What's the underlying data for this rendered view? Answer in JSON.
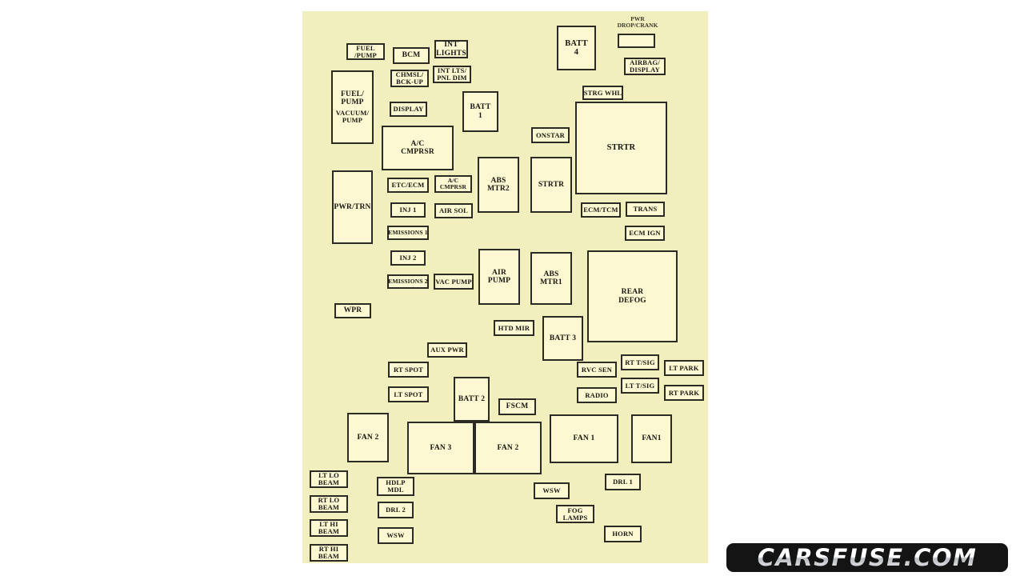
{
  "diagram": {
    "title": "Fuse Box Diagram",
    "panel_color": "#f2efbe",
    "box_fill_color": "#fbf8d2",
    "box_border_color": "#2b2b24",
    "captions": [
      {
        "name": "caption-pwr-drop-crank",
        "line1": "PWR",
        "line2": "DROP/CRANK"
      }
    ],
    "boxes": [
      {
        "name": "fuse-fuel-pump-small",
        "label": "FUEL",
        "label2": "/PUMP"
      },
      {
        "name": "fuse-bcm",
        "label": "BCM"
      },
      {
        "name": "fuse-int-lights",
        "label": "INT",
        "label2": "LIGHTS"
      },
      {
        "name": "fuse-batt-4",
        "label": "BATT",
        "label2": "4"
      },
      {
        "name": "relay-pwr-drop-crank",
        "label": ""
      },
      {
        "name": "fuse-chmsl-bck-up",
        "label": "CHMSL/",
        "label2": "BCK-UP"
      },
      {
        "name": "fuse-int-lts-pnl-dim",
        "label": "INT LTS/",
        "label2": "PNL DIM"
      },
      {
        "name": "fuse-airbag-display",
        "label": "AIRBAG/",
        "label2": "DISPLAY"
      },
      {
        "name": "fuse-fuel-pump-large",
        "label": "FUEL/",
        "label2": "PUMP",
        "label3": "VACUUM/",
        "label4": "PUMP"
      },
      {
        "name": "fuse-display",
        "label": "DISPLAY"
      },
      {
        "name": "fuse-batt-1",
        "label": "BATT",
        "label2": "1"
      },
      {
        "name": "fuse-strg-whl",
        "label": "STRG WHL"
      },
      {
        "name": "relay-ac-cmprsr-large",
        "label": "A/C",
        "label2": "CMPRSR"
      },
      {
        "name": "fuse-onstar",
        "label": "ONSTAR"
      },
      {
        "name": "relay-strtr-large",
        "label": "STRTR"
      },
      {
        "name": "relay-abs-mtr2",
        "label": "ABS",
        "label2": "MTR2"
      },
      {
        "name": "relay-strtr-small",
        "label": "STRTR"
      },
      {
        "name": "fuse-etc-ecm",
        "label": "ETC/ECM"
      },
      {
        "name": "fuse-ac-cmprsr-small",
        "label": "A/C",
        "label2": "CMPRSR"
      },
      {
        "name": "fuse-pwr-trn",
        "label": "PWR/TRN"
      },
      {
        "name": "fuse-inj-1",
        "label": "INJ 1"
      },
      {
        "name": "fuse-air-sol",
        "label": "AIR SOL"
      },
      {
        "name": "fuse-ecm-tcm",
        "label": "ECM/TCM"
      },
      {
        "name": "fuse-trans",
        "label": "TRANS"
      },
      {
        "name": "fuse-emissions-1",
        "label": "EMISSIONS 1"
      },
      {
        "name": "fuse-ecm-ign",
        "label": "ECM IGN"
      },
      {
        "name": "fuse-inj-2",
        "label": "INJ 2"
      },
      {
        "name": "relay-air-pump",
        "label": "AIR",
        "label2": "PUMP"
      },
      {
        "name": "relay-abs-mtr1",
        "label": "ABS",
        "label2": "MTR1"
      },
      {
        "name": "fuse-emissions-2",
        "label": "EMISSIONS 2"
      },
      {
        "name": "fuse-vac-pump",
        "label": "VAC PUMP"
      },
      {
        "name": "relay-rear-defog",
        "label": "REAR",
        "label2": "DEFOG"
      },
      {
        "name": "fuse-wpr",
        "label": "WPR"
      },
      {
        "name": "fuse-htd-mir",
        "label": "HTD MIR"
      },
      {
        "name": "fuse-batt-3",
        "label": "BATT 3"
      },
      {
        "name": "fuse-aux-pwr",
        "label": "AUX PWR"
      },
      {
        "name": "fuse-rt-spot",
        "label": "RT SPOT"
      },
      {
        "name": "fuse-rvc-sen",
        "label": "RVC SEN"
      },
      {
        "name": "fuse-rt-tsig",
        "label": "RT T/SIG"
      },
      {
        "name": "fuse-lt-park",
        "label": "LT PARK"
      },
      {
        "name": "fuse-lt-spot",
        "label": "LT SPOT"
      },
      {
        "name": "fuse-batt-2",
        "label": "BATT 2"
      },
      {
        "name": "fuse-radio",
        "label": "RADIO"
      },
      {
        "name": "fuse-lt-tsig",
        "label": "LT T/SIG"
      },
      {
        "name": "fuse-rt-park",
        "label": "RT PARK"
      },
      {
        "name": "fuse-fscm",
        "label": "FSCM"
      },
      {
        "name": "relay-fan-2-left",
        "label": "FAN 2"
      },
      {
        "name": "relay-fan-3",
        "label": "FAN 3"
      },
      {
        "name": "relay-fan-2-mid",
        "label": "FAN 2"
      },
      {
        "name": "relay-fan-1",
        "label": "FAN 1"
      },
      {
        "name": "relay-fan1",
        "label": "FAN1"
      },
      {
        "name": "fuse-lt-lo-beam",
        "label": "LT LO",
        "label2": "BEAM"
      },
      {
        "name": "fuse-hdlp-mdl",
        "label": "HDLP",
        "label2": "MDL"
      },
      {
        "name": "fuse-wsw-right",
        "label": "WSW"
      },
      {
        "name": "fuse-drl-1",
        "label": "DRL 1"
      },
      {
        "name": "fuse-rt-lo-beam",
        "label": "RT LO",
        "label2": "BEAM"
      },
      {
        "name": "fuse-drl-2",
        "label": "DRL 2"
      },
      {
        "name": "fuse-fog-lamps",
        "label": "FOG",
        "label2": "LAMPS"
      },
      {
        "name": "fuse-lt-hi-beam",
        "label": "LT HI",
        "label2": "BEAM"
      },
      {
        "name": "fuse-wsw-left",
        "label": "WSW"
      },
      {
        "name": "fuse-horn",
        "label": "HORN"
      },
      {
        "name": "fuse-rt-hi-beam",
        "label": "RT HI",
        "label2": "BEAM"
      }
    ]
  },
  "watermark": {
    "text": "CARSFUSE.COM",
    "background_color": "#141414",
    "text_color": "#ffffff"
  }
}
